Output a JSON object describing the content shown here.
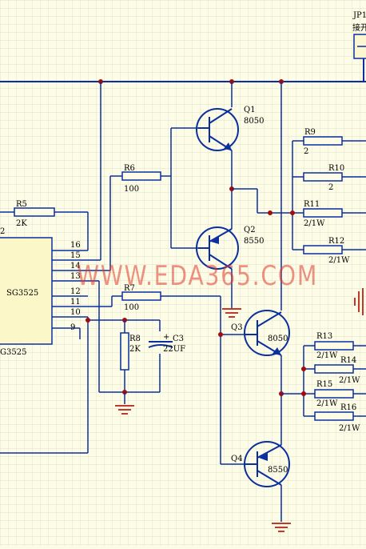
{
  "watermark": "WWW.EDA365.COM",
  "ic": {
    "name": "SG3525",
    "ref": "G3525",
    "pins": [
      "16",
      "15",
      "14",
      "13",
      "12",
      "11",
      "10",
      "9"
    ],
    "left_partial": "2"
  },
  "connector": {
    "ref": "JP1",
    "label": "接开"
  },
  "transistors": [
    {
      "ref": "Q1",
      "value": "8050"
    },
    {
      "ref": "Q2",
      "value": "8550"
    },
    {
      "ref": "Q3",
      "value": "8050"
    },
    {
      "ref": "Q4",
      "value": "8550"
    }
  ],
  "resistors": [
    {
      "ref": "R5",
      "value": "2K"
    },
    {
      "ref": "R6",
      "value": "100"
    },
    {
      "ref": "R7",
      "value": "100"
    },
    {
      "ref": "R8",
      "value": "2K"
    },
    {
      "ref": "R9",
      "value": "2"
    },
    {
      "ref": "R10",
      "value": "2"
    },
    {
      "ref": "R11",
      "value": "2/1W"
    },
    {
      "ref": "R12",
      "value": "2/1W"
    },
    {
      "ref": "R13",
      "value": "2/1W"
    },
    {
      "ref": "R14",
      "value": "2/1W"
    },
    {
      "ref": "R15",
      "value": "2/1W"
    },
    {
      "ref": "R16",
      "value": "2/1W"
    }
  ],
  "capacitors": [
    {
      "ref": "C3",
      "value": "22UF",
      "polarity": "+"
    }
  ]
}
